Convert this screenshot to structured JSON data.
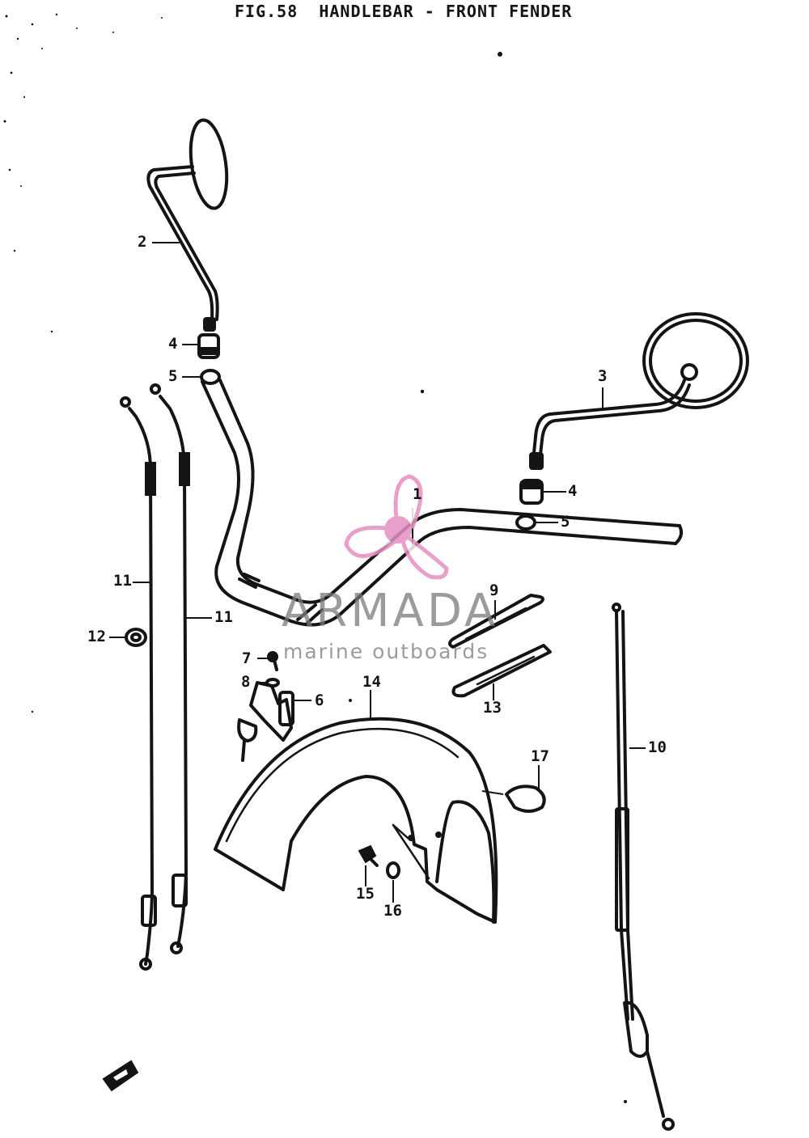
{
  "title": "FIG.58  HANDLEBAR - FRONT FENDER",
  "watermark": {
    "name": "ARMADA",
    "tagline": "marine outboards",
    "logo": "propeller-logo",
    "logo_color": "#e58fc1"
  },
  "callouts": [
    {
      "id": "1",
      "label": "1"
    },
    {
      "id": "2",
      "label": "2"
    },
    {
      "id": "3",
      "label": "3"
    },
    {
      "id": "4a",
      "label": "4"
    },
    {
      "id": "4b",
      "label": "4"
    },
    {
      "id": "5a",
      "label": "5"
    },
    {
      "id": "5b",
      "label": "5"
    },
    {
      "id": "6",
      "label": "6"
    },
    {
      "id": "7",
      "label": "7"
    },
    {
      "id": "8",
      "label": "8"
    },
    {
      "id": "9",
      "label": "9"
    },
    {
      "id": "10",
      "label": "10"
    },
    {
      "id": "11a",
      "label": "11"
    },
    {
      "id": "11b",
      "label": "11"
    },
    {
      "id": "12",
      "label": "12"
    },
    {
      "id": "13",
      "label": "13"
    },
    {
      "id": "14",
      "label": "14"
    },
    {
      "id": "15",
      "label": "15"
    },
    {
      "id": "16",
      "label": "16"
    },
    {
      "id": "17",
      "label": "17"
    }
  ],
  "colors": {
    "ink": "#141414",
    "background": "#ffffff"
  }
}
